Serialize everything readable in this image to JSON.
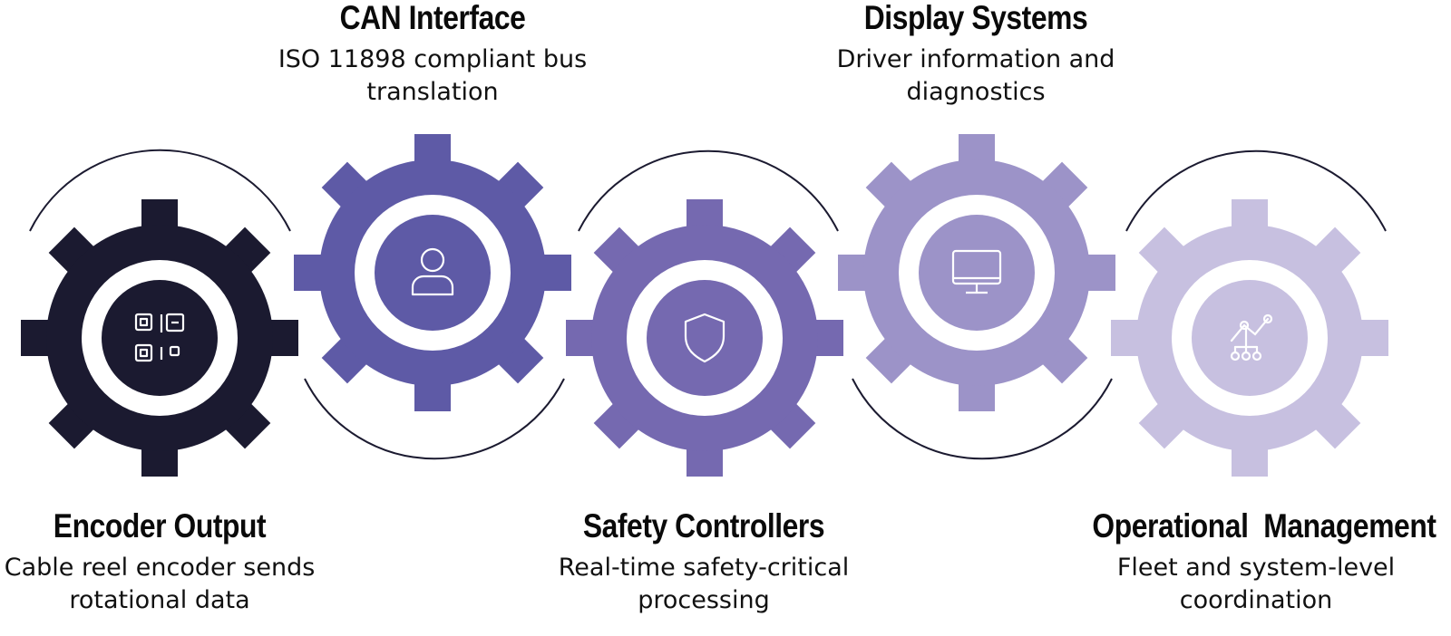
{
  "steps": [
    {
      "title": "Encoder Output",
      "description_line1": "Cable reel encoder sends",
      "description_line2": "rotational data",
      "color": "#1b1a30",
      "icon": "qr-code-icon"
    },
    {
      "title": "CAN Interface",
      "description_line1": "ISO 11898 compliant bus",
      "description_line2": "translation",
      "color": "#5e5aa6",
      "icon": "user-icon"
    },
    {
      "title": "Safety Controllers",
      "description_line1": "Real-time safety-critical",
      "description_line2": "processing",
      "color": "#7569b0",
      "icon": "shield-icon"
    },
    {
      "title": "Display Systems",
      "description_line1": "Driver information and",
      "description_line2": "diagnostics",
      "color": "#9c93c8",
      "icon": "monitor-icon"
    },
    {
      "title": "Operational  Management",
      "description_line1": "Fleet and system-level",
      "description_line2": "coordination",
      "color": "#c7c0e0",
      "icon": "network-chart-icon"
    }
  ],
  "colors": {
    "arc": "#1b1a30",
    "gear_center_ring": "#ffffff",
    "icon_stroke": "#ffffff",
    "title_text": "#0a0a0a",
    "description_text": "#111111"
  }
}
